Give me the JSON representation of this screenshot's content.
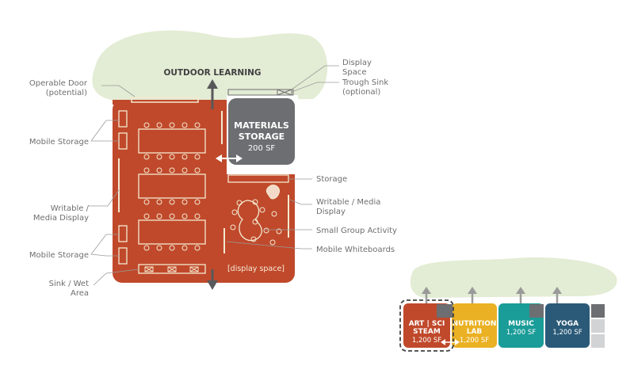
{
  "floorplan": {
    "outdoor_label": "OUTDOOR LEARNING",
    "materials_title_1": "MATERIALS",
    "materials_title_2": "STORAGE",
    "materials_area": "200 SF",
    "display_space_label": "[display space]",
    "colors": {
      "room": "#c0492b",
      "storage": "#6d6e71",
      "outdoor": "#e3ecd4",
      "leader": "#9a9a9a",
      "label": "#6d6e71"
    }
  },
  "callouts": {
    "operable_door_1": "Operable Door",
    "operable_door_2": "(potential)",
    "mobile_storage_top": "Mobile Storage",
    "writable_left_1": "Writable /",
    "writable_left_2": "Media Display",
    "mobile_storage_bottom": "Mobile Storage",
    "sink_1": "Sink / Wet",
    "sink_2": "Area",
    "display_space_1": "Display",
    "display_space_2": "Space",
    "trough_sink_1": "Trough Sink",
    "trough_sink_2": "(optional)",
    "storage": "Storage",
    "writable_right_1": "Writable / Media",
    "writable_right_2": "Display",
    "small_group": "Small Group Activity",
    "mobile_whiteboards": "Mobile Whiteboards"
  },
  "wing": {
    "rooms": [
      {
        "line1": "ART | SCI",
        "line2": "STEAM",
        "area": "1,200 SF",
        "color": "#c0492b"
      },
      {
        "line1": "NUTRITION",
        "line2": "LAB",
        "area": "1,200 SF",
        "color": "#eab124"
      },
      {
        "line1": "MUSIC",
        "line2": "",
        "area": "1,200 SF",
        "color": "#1a9c98"
      },
      {
        "line1": "YOGA",
        "line2": "",
        "area": "1,200 SF",
        "color": "#2a5a78"
      }
    ]
  }
}
